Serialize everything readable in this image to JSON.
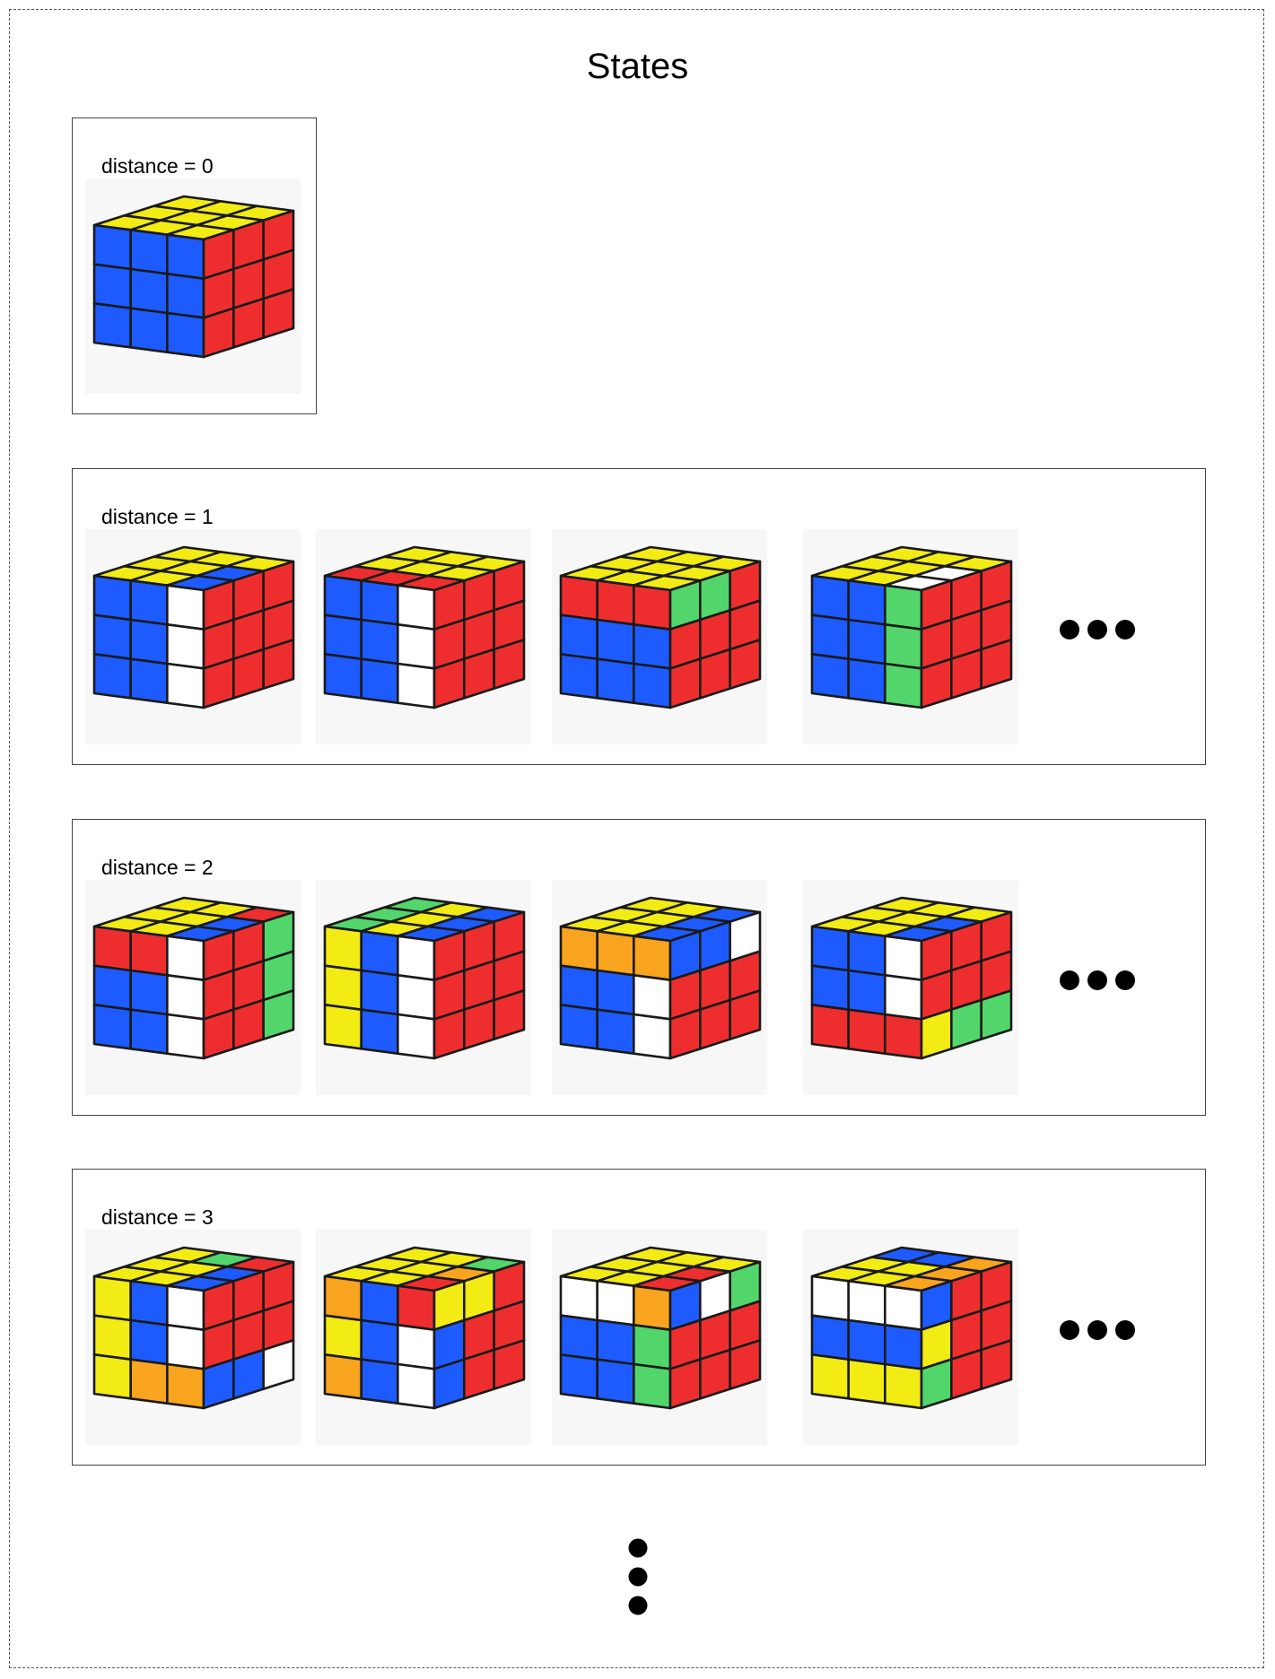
{
  "title": "States",
  "rows": [
    {
      "label": "distance = 0",
      "cubes": [
        [
          "YYYYYYYYY",
          "BBBBBBBBB",
          "RRRRRRRRR"
        ]
      ],
      "has_ellipsis": false
    },
    {
      "label": "distance = 1",
      "cubes": [
        [
          "YYYYYBYYB",
          "BBWBBWBBW",
          "RRRRRRRRR"
        ],
        [
          "YYYYYYRRR",
          "BBWBBWBBW",
          "RRRRRRRRR"
        ],
        [
          "YYYYYYYYY",
          "RRRBBBBBB",
          "GGRRRRRRR"
        ],
        [
          "YYYYYWYYW",
          "BBGBBGBBG",
          "RRRRRRRRR"
        ]
      ],
      "has_ellipsis": true
    },
    {
      "label": "distance = 2",
      "cubes": [
        [
          "YYRYYBYYB",
          "RRWBBWBBW",
          "RRGRRGRRG"
        ],
        [
          "GYBGYBGYB",
          "YBWYBWYBW",
          "RRRRRRRRR"
        ],
        [
          "YYBYYBYYB",
          "OOOBBWBBW",
          "BBWRRRRRR"
        ],
        [
          "YYYYYBYYB",
          "BBWBBWRRR",
          "RRRRRRYGG"
        ]
      ],
      "has_ellipsis": true
    },
    {
      "label": "distance = 3",
      "cubes": [
        [
          "YGRYYBYYB",
          "YBWYBWYOO",
          "RRRRRRBBW"
        ],
        [
          "YYGYYOYYR",
          "OBRYBWOBW",
          "YYRBRRBRR"
        ],
        [
          "YYYYYRYYR",
          "WWOBBGBBG",
          "BWGRRRRRR"
        ],
        [
          "BBOYYOYYO",
          "WWWBBBYYY",
          "BRRYRRGRR"
        ]
      ],
      "has_ellipsis": true
    }
  ],
  "colors": {
    "Y": "#F2EC14",
    "B": "#1E5BFF",
    "R": "#EE2E2E",
    "W": "#FFFFFF",
    "G": "#52D66B",
    "O": "#F9A41E",
    "edge": "#1a1a1a"
  },
  "more_rows_indicator": "vertical-ellipsis"
}
